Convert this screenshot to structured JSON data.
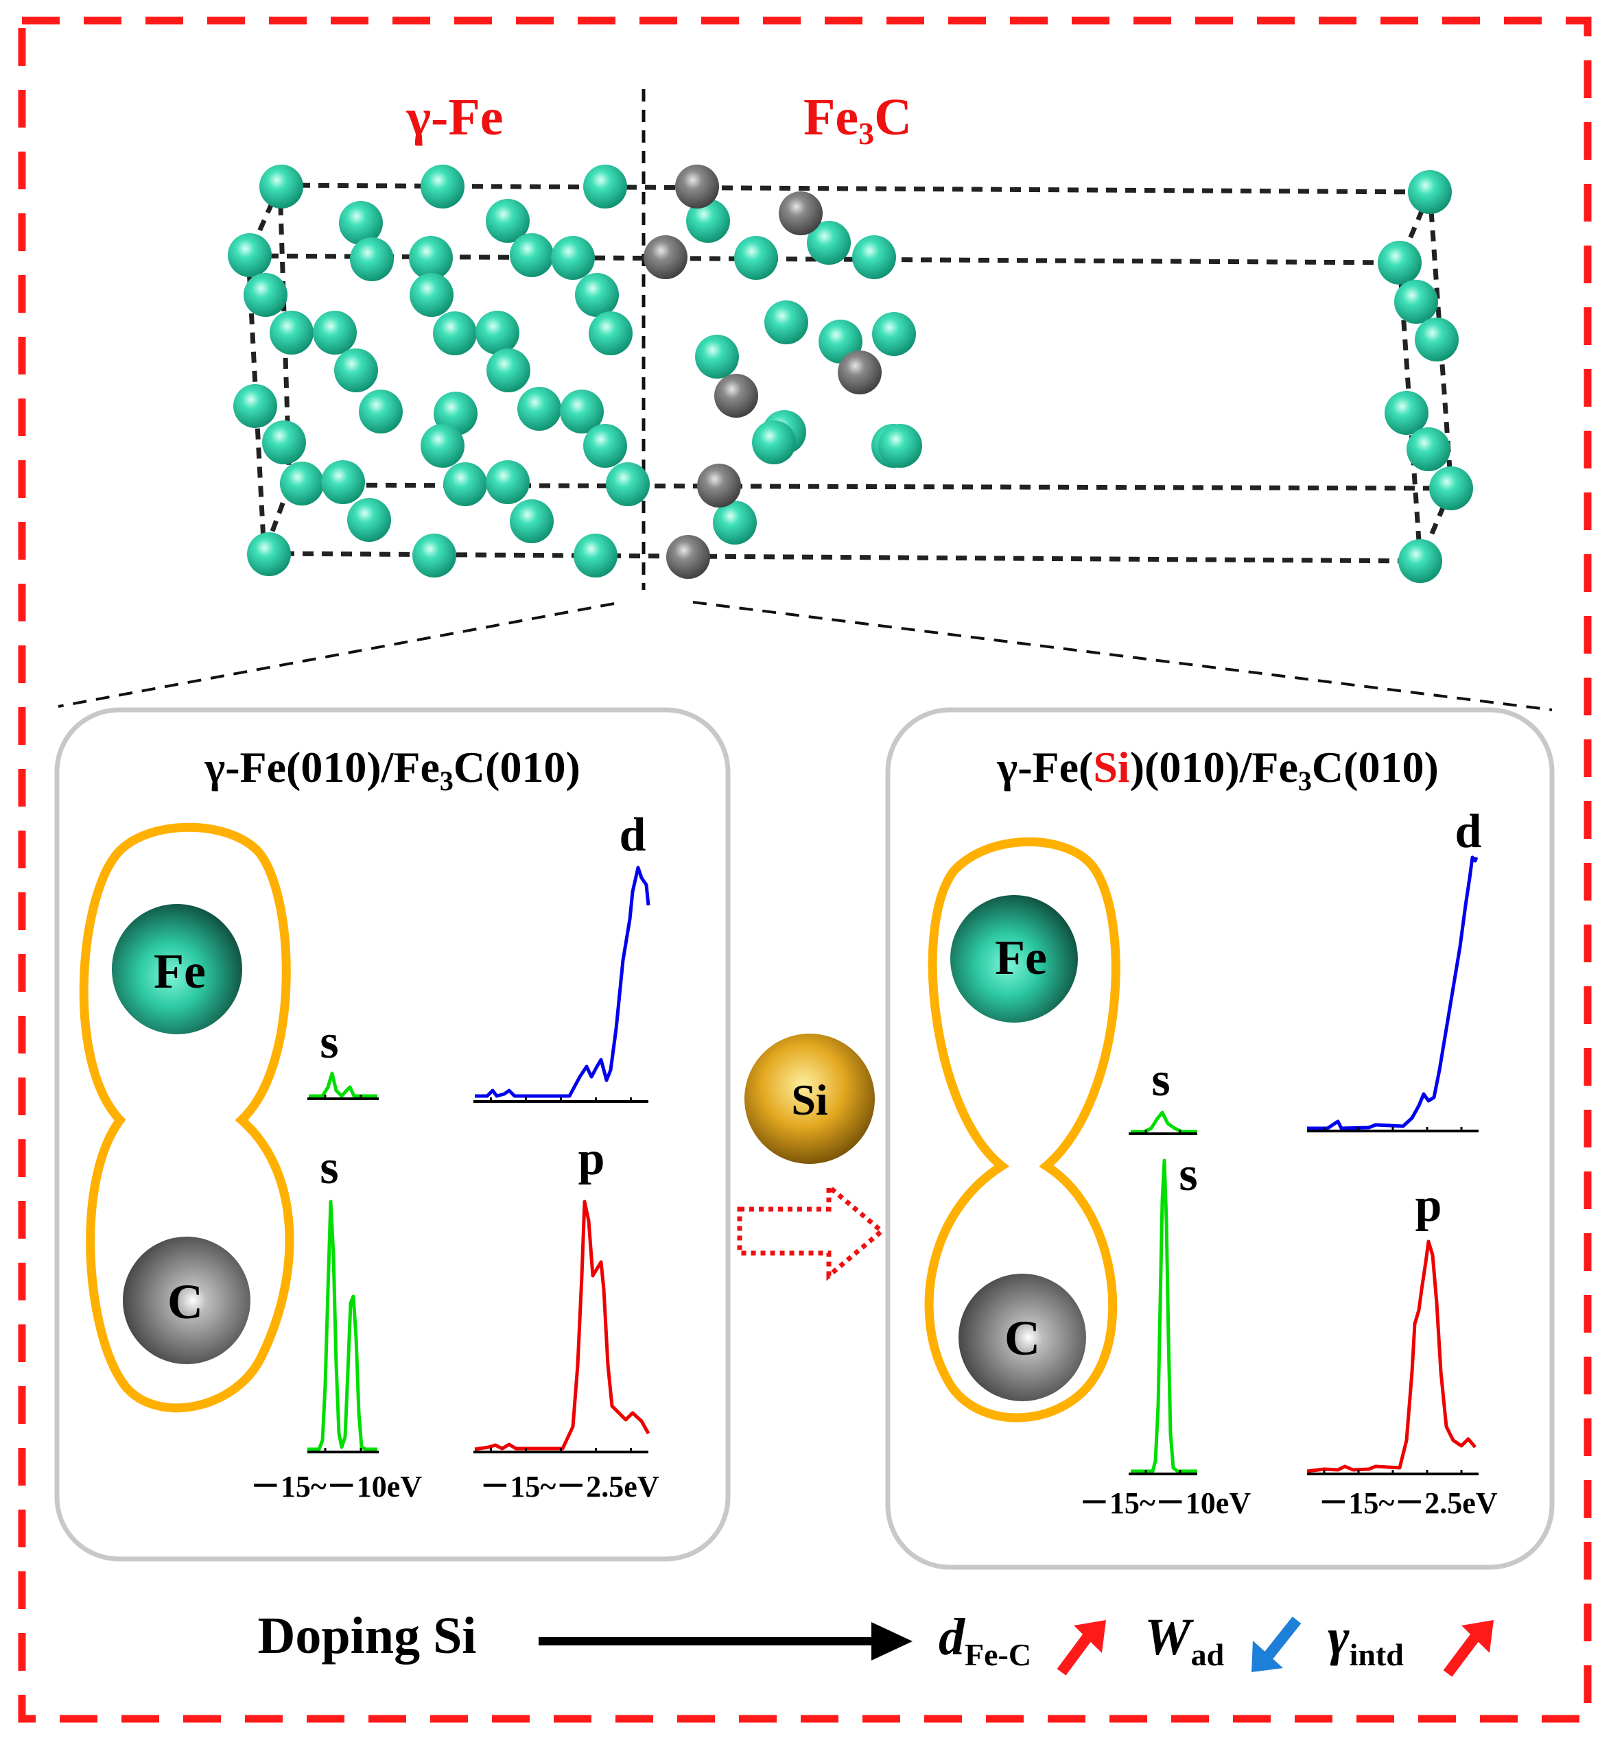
{
  "title_left": "γ-Fe",
  "title_right_base": "Fe",
  "title_right_sub": "3",
  "title_right_tail": "C",
  "panel_left": {
    "title_a": "γ-Fe(010)/Fe",
    "title_sub": "3",
    "title_b": "C(010)",
    "fe_label": "Fe",
    "c_label": "C",
    "s_upper": "s",
    "s_lower": "s",
    "d_label": "d",
    "p_label": "p",
    "axis_s": "－15~－10eV",
    "axis_dp": "－15~－2.5eV"
  },
  "panel_right": {
    "title_a": "γ-Fe(",
    "title_si": "Si",
    "title_b": ")(010)/Fe",
    "title_sub": "3",
    "title_c": "C(010)",
    "fe_label": "Fe",
    "c_label": "C",
    "s_upper": "s",
    "s_lower": "s",
    "d_label": "d",
    "p_label": "p",
    "axis_s": "－15~－10eV",
    "axis_dp": "－15~－2.5eV"
  },
  "si_label": "Si",
  "bottom": {
    "doping": "Doping Si",
    "d_sym": "d",
    "d_sub": "Fe-C",
    "w_sym": "W",
    "w_sub": "ad",
    "g_sym": "γ",
    "g_sub": "intd"
  },
  "colors": {
    "frame": "#ff1a1a",
    "fe_atom": "#3fe0b8",
    "c_atom": "#777777",
    "orbital_outline": "#ffb000",
    "curve_s": "#00dd00",
    "curve_d": "#0000ee",
    "curve_p": "#ee0000",
    "arrow_up": "#ff1a1a",
    "arrow_down": "#1e7fd9",
    "title_red": "#ee1111"
  },
  "trends": {
    "d_fe_c": "increase",
    "w_ad": "decrease",
    "gamma_intd": "increase"
  }
}
